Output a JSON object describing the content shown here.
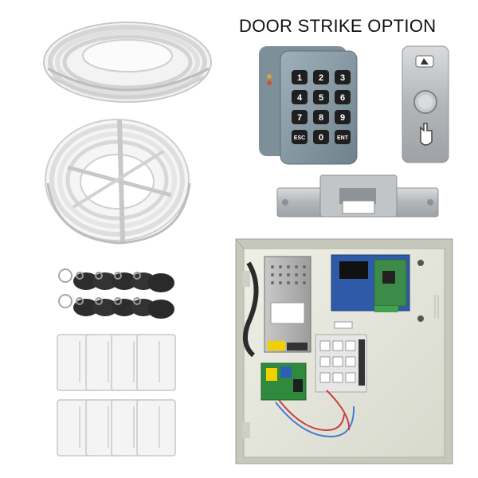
{
  "heading": {
    "text": "DOOR STRIKE OPTION"
  },
  "keypad": {
    "keys": [
      "1",
      "2",
      "3",
      "4",
      "5",
      "6",
      "7",
      "8",
      "9",
      "ESC",
      "0",
      "ENT"
    ]
  },
  "colors": {
    "cable": "#eeeeee",
    "keypad_body": "#8a9ca6",
    "key": "#1f1f1f",
    "panel_box": "#e9eadf",
    "pcb_blue": "#2e5aa8",
    "pcb_green": "#3d8b49",
    "strike_steel": "#b9bcbf",
    "brass": "#b98a3c"
  },
  "products": [
    {
      "name": "coiled-cable-1-icon"
    },
    {
      "name": "coiled-cable-2-icon"
    },
    {
      "name": "keypad-reader-icon"
    },
    {
      "name": "exit-button-icon"
    },
    {
      "name": "electric-strike-icon"
    },
    {
      "name": "key-fobs-icon"
    },
    {
      "name": "rfid-cards-icon"
    },
    {
      "name": "control-panel-box-icon"
    }
  ]
}
